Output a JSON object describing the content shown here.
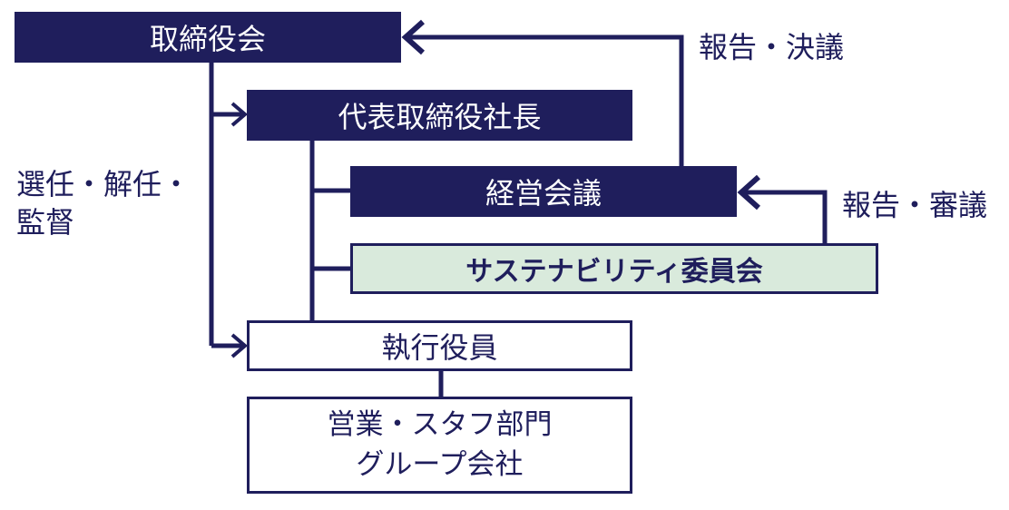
{
  "nodes": {
    "board": "取締役会",
    "president": "代表取締役社長",
    "management_meeting": "経営会議",
    "sustainability_committee": "サステナビリティ委員会",
    "executive_officers": "執行役員",
    "departments": "営業・スタフ部門\nグループ会社"
  },
  "labels": {
    "report_resolution": "報告・決議",
    "report_deliberation": "報告・審議",
    "appoint_dismiss": "選任・解任・\n監督"
  },
  "colors": {
    "navy": "#1f1e5c",
    "green_box": "#d9eadc"
  }
}
